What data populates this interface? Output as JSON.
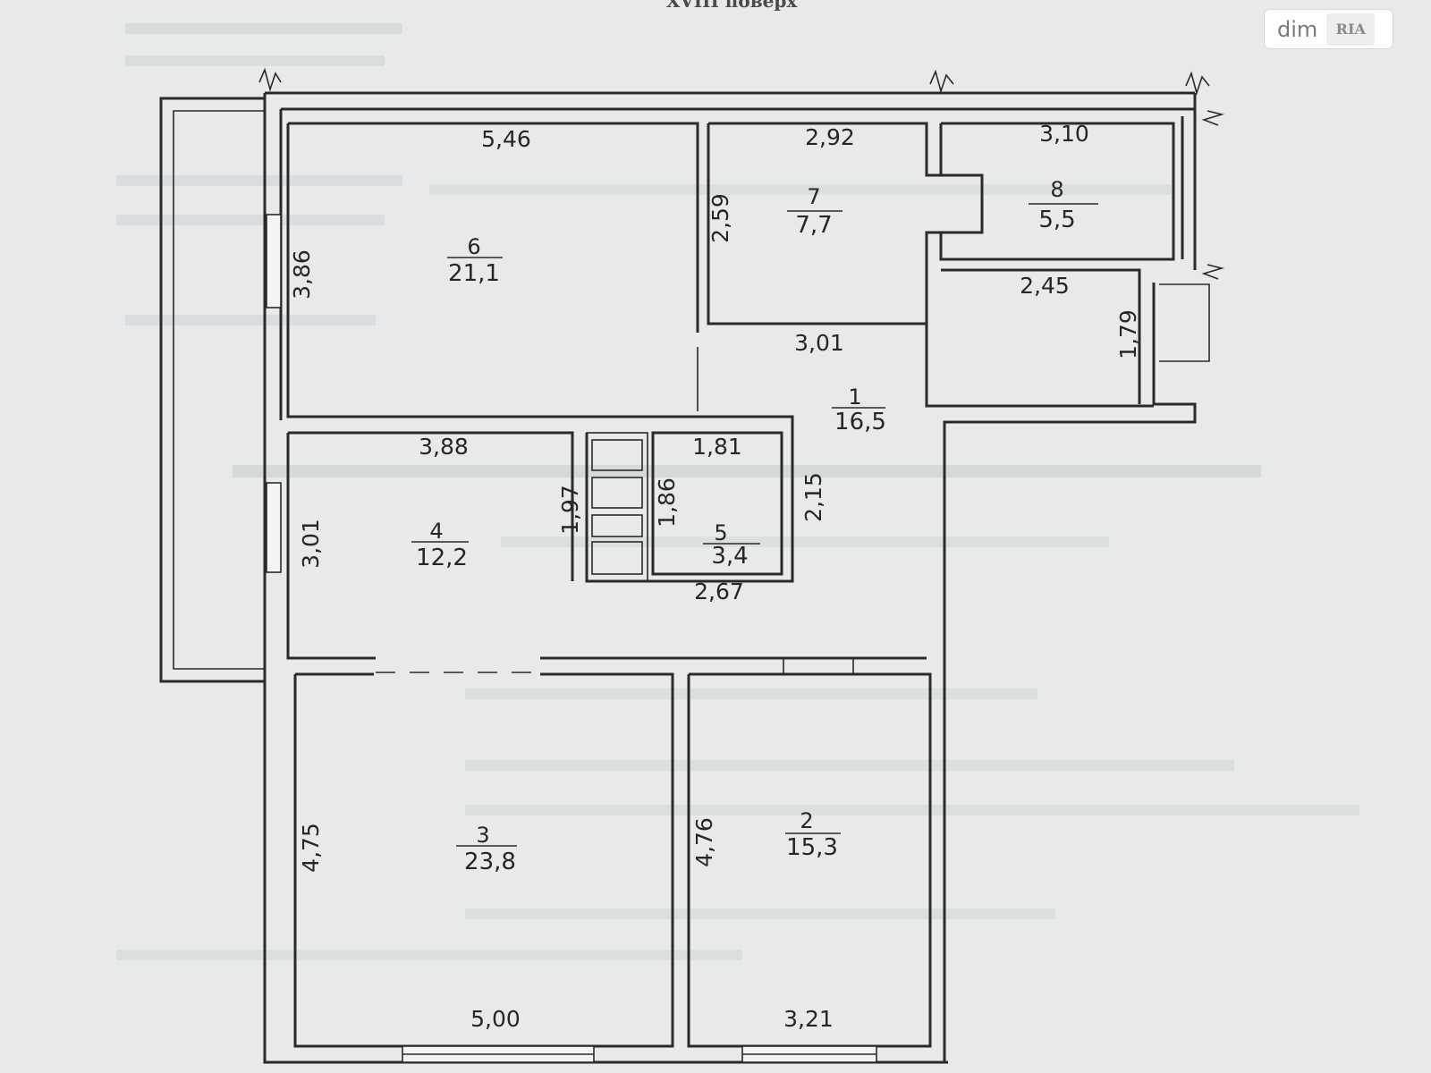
{
  "floor_label": "XVIII поверх",
  "watermark": {
    "brand": "dim",
    "badge": "RIA"
  },
  "rooms": [
    {
      "number": "1",
      "area": "16,5"
    },
    {
      "number": "2",
      "area": "15,3"
    },
    {
      "number": "3",
      "area": "23,8"
    },
    {
      "number": "4",
      "area": "12,2"
    },
    {
      "number": "5",
      "area": "3,4"
    },
    {
      "number": "6",
      "area": "21,1"
    },
    {
      "number": "7",
      "area": "7,7"
    },
    {
      "number": "8",
      "area": "5,5"
    }
  ],
  "dimensions": {
    "room6_width": "5,46",
    "room6_height": "3,86",
    "room7_width": "2,92",
    "room7_height": "2,59",
    "room7_bottom": "3,01",
    "room8_width": "3,10",
    "room8_bottom": "2,45",
    "entry_depth": "1,79",
    "room4_width": "3,88",
    "room4_height": "3,01",
    "room5_width": "1,81",
    "room5_bottom": "2,67",
    "shaft_height": "1,97",
    "room5_height": "1,86",
    "corridor_height": "2,15",
    "room3_height": "4,75",
    "room3_width": "5,00",
    "room2_height": "4,76",
    "room2_width": "3,21"
  }
}
